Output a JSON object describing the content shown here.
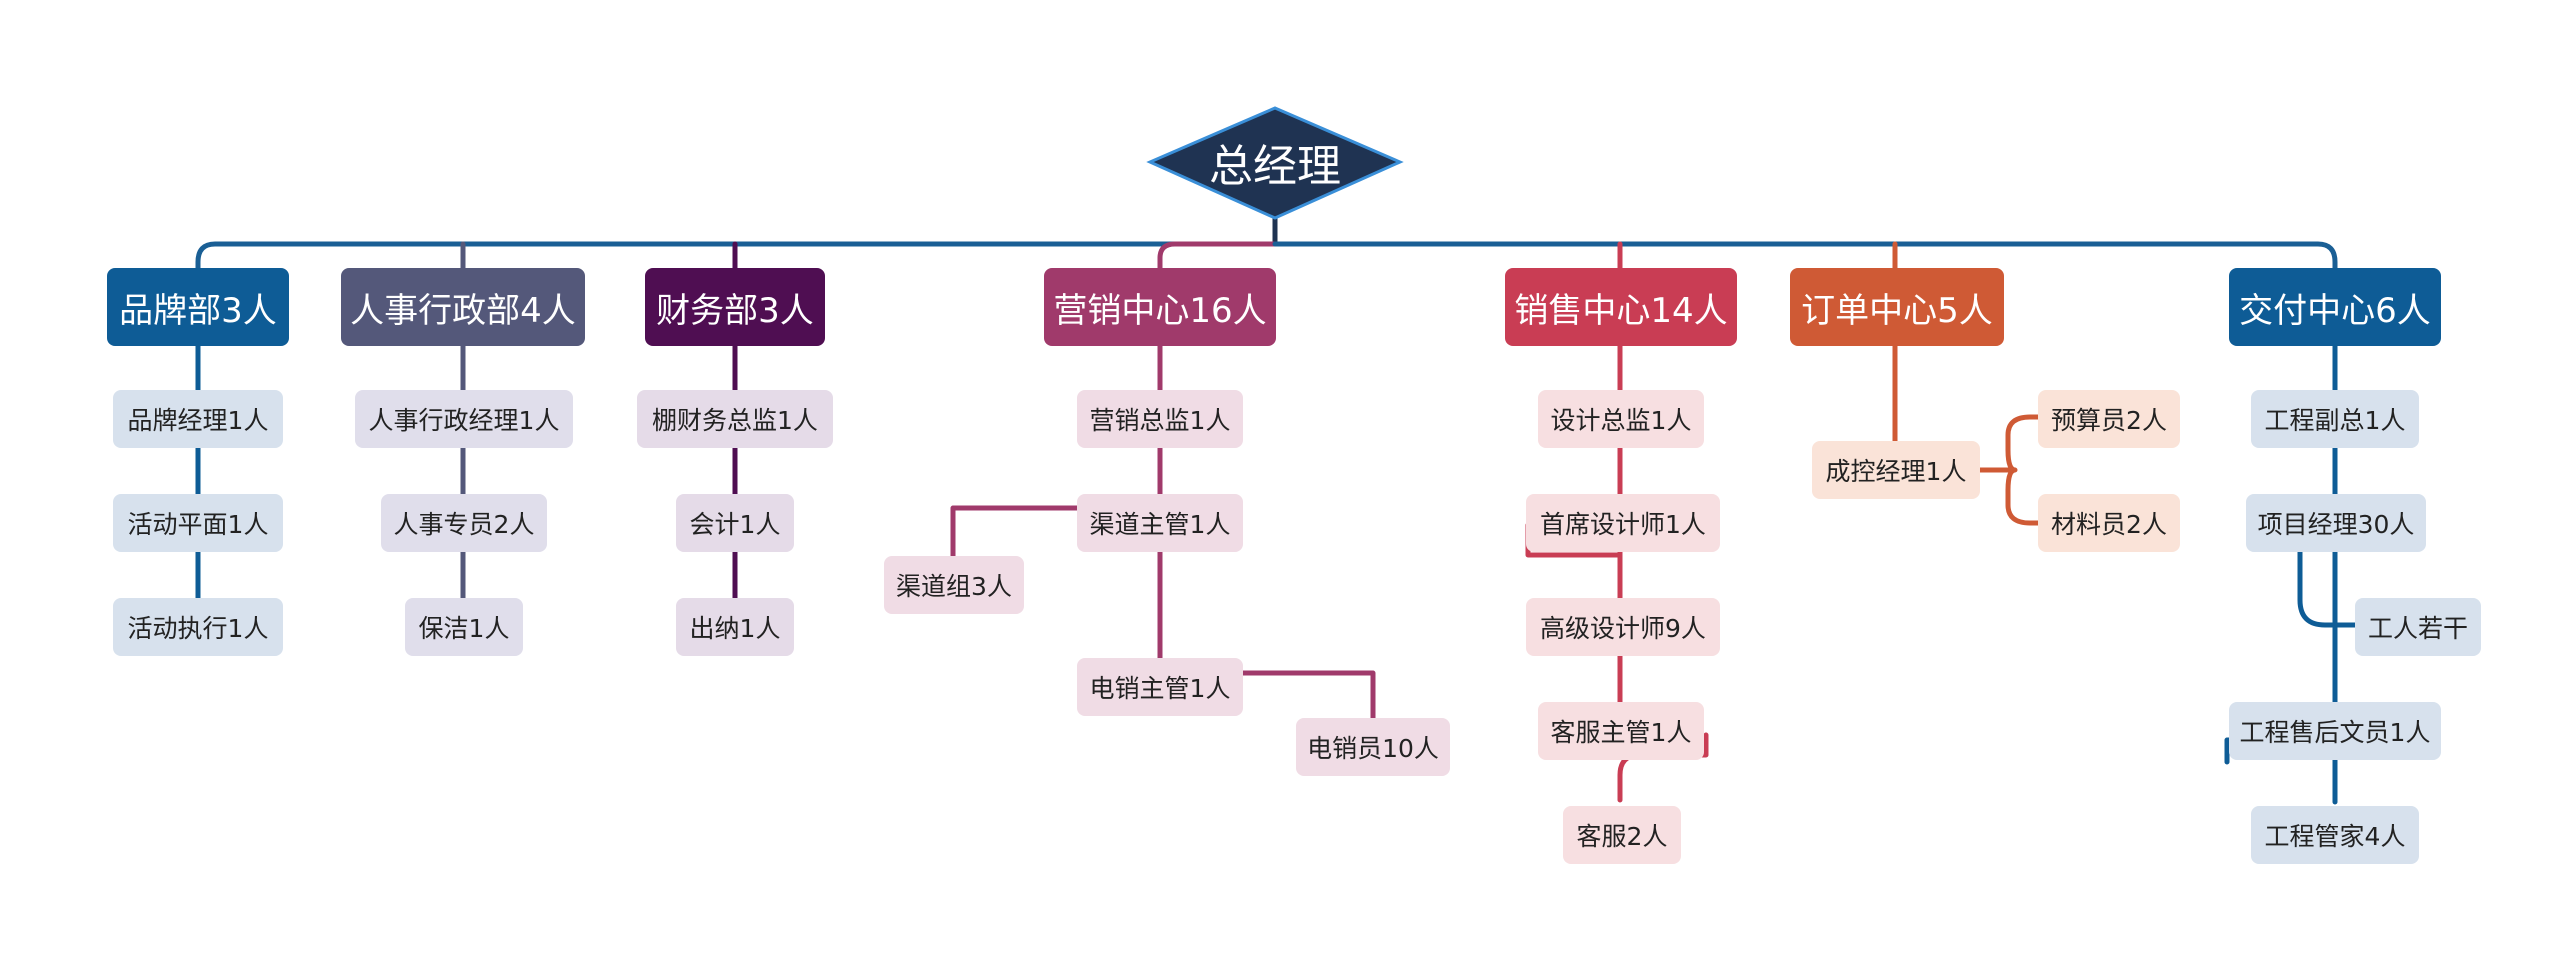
{
  "root": {
    "label": "总经理",
    "color": "#1f3352"
  },
  "departments": [
    {
      "id": "brand",
      "label": "品牌部3人",
      "color": "#0e5c96",
      "light": "#d7e1ed",
      "children": [
        "品牌经理1人",
        "活动平面1人",
        "活动执行1人"
      ]
    },
    {
      "id": "hr",
      "label": "人事行政部4人",
      "color": "#54587a",
      "light": "#e0deeb",
      "children": [
        "人事行政经理1人",
        "人事专员2人",
        "保洁1人"
      ]
    },
    {
      "id": "finance",
      "label": "财务部3人",
      "color": "#4f0e52",
      "light": "#e5dbe8",
      "children": [
        "棚财务总监1人",
        "会计1人",
        "出纳1人"
      ]
    },
    {
      "id": "marketing",
      "label": "营销中心16人",
      "color": "#a03a6b",
      "light": "#f0dce5",
      "children": [
        "营销总监1人",
        "渠道主管1人",
        "渠道组3人",
        "电销主管1人",
        "电销员10人"
      ]
    },
    {
      "id": "sales",
      "label": "销售中心14人",
      "color": "#c93d54",
      "light": "#f7dfe1",
      "children": [
        "设计总监1人",
        "首席设计师1人",
        "高级设计师9人",
        "客服主管1人",
        "客服2人"
      ]
    },
    {
      "id": "order",
      "label": "订单中心5人",
      "color": "#cf5a35",
      "light": "#fae3d8",
      "children": [
        "成控经理1人",
        "预算员2人",
        "材料员2人"
      ]
    },
    {
      "id": "delivery",
      "label": "交付中心6人",
      "color": "#0e5c96",
      "light": "#d7e1ed",
      "children": [
        "工程副总1人",
        "项目经理30人",
        "工人若干",
        "工程售后文员1人",
        "工程管家4人"
      ]
    }
  ]
}
